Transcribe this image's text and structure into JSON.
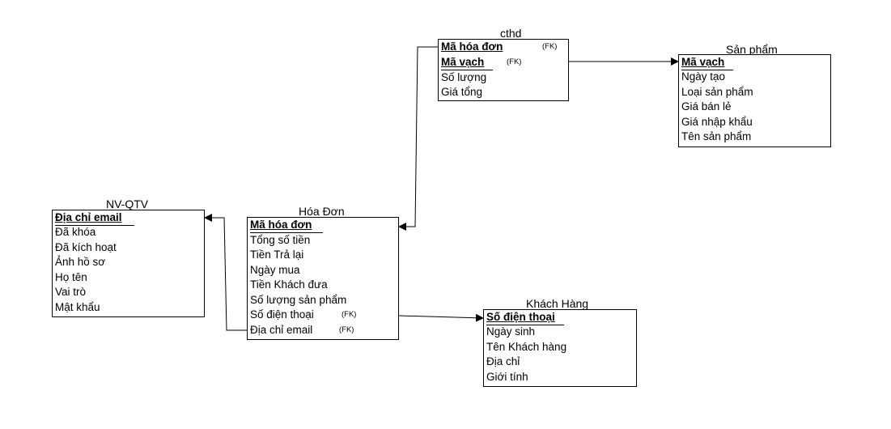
{
  "entities": {
    "cthd": {
      "title": "cthd",
      "pk1": "Mã hóa đơn",
      "pk1_fk": "(FK)",
      "pk2": "Mã vạch",
      "pk2_fk": "(FK)",
      "attrs": [
        "Số lượng",
        "Giá tổng"
      ]
    },
    "sanpham": {
      "title": "Sản phẩm",
      "pk": "Mã vạch",
      "attrs": [
        "Ngày tạo",
        "Loại sản phẩm",
        "Giá bán lẻ",
        "Giá nhập khẩu",
        "Tên sản phẩm"
      ]
    },
    "nvqtv": {
      "title": "NV-QTV",
      "pk": "Địa chỉ email",
      "attrs": [
        "Đã khóa",
        "Đã kích hoạt",
        "Ảnh hồ sơ",
        "Họ tên",
        "Vai trò",
        "Mật khẩu"
      ]
    },
    "hoadon": {
      "title": "Hóa Đơn",
      "pk": "Mã hóa đơn",
      "attrs": [
        "Tổng số tiền",
        "Tiền Trả lại",
        "Ngày mua",
        "Tiền Khách đưa",
        "Số lượng sản phẩm"
      ],
      "fk1": "Số điện thoại",
      "fk1_tag": "(FK)",
      "fk2": "Địa chỉ email",
      "fk2_tag": "(FK)"
    },
    "khachhang": {
      "title": "Khách Hàng",
      "pk": "Số điện thoại",
      "attrs": [
        "Ngày sinh",
        "Tên Khách hàng",
        "Địa chỉ",
        "Giới tính"
      ]
    }
  }
}
